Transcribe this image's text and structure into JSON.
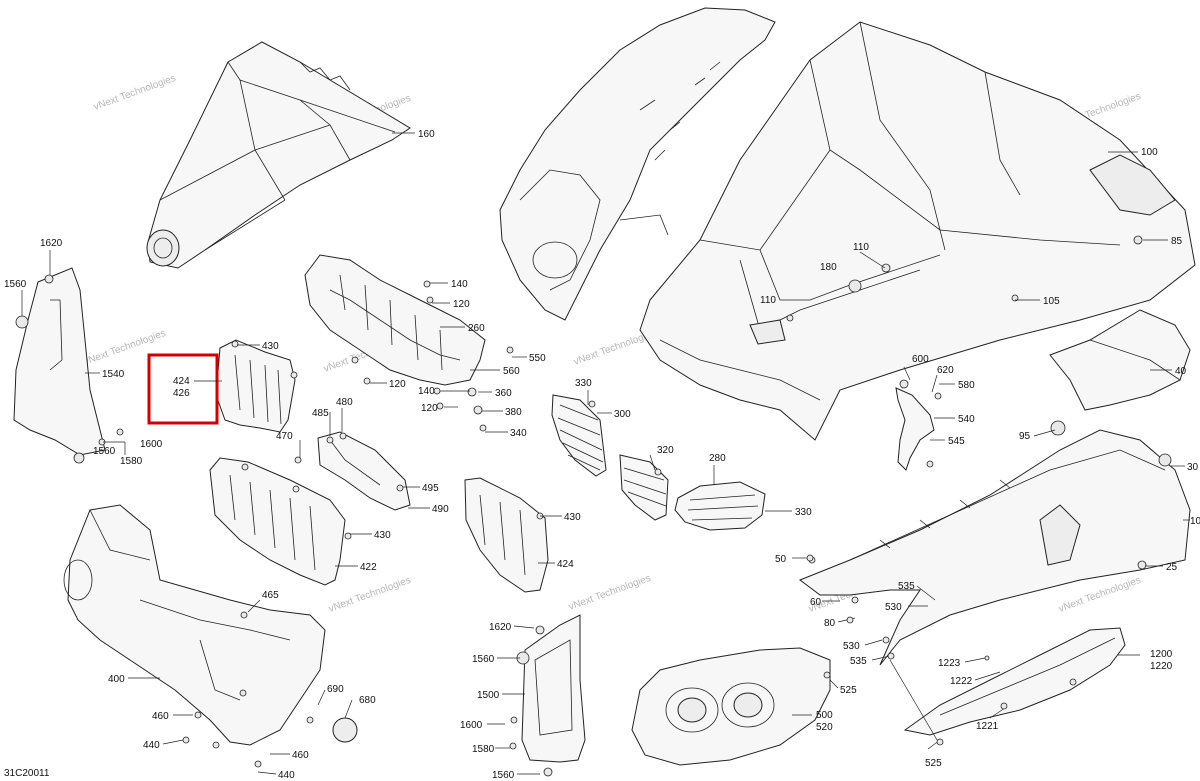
{
  "diagram_code": "31C20011",
  "watermark_text": "vNext Technologies",
  "highlight_labels": [
    "424",
    "426"
  ],
  "callouts": {
    "c160": "160",
    "c100": "100",
    "c85": "85",
    "c110a": "110",
    "c180": "180",
    "c110b": "110",
    "c105": "105",
    "c1620a": "1620",
    "c1560a": "1560",
    "c1540": "1540",
    "c1600a": "1600",
    "c1580a": "1580",
    "c1560b": "1560",
    "c140a": "140",
    "c120a": "120",
    "c260": "260",
    "c430a": "430",
    "c550": "550",
    "c120b": "120",
    "c140b": "140",
    "c360": "360",
    "c560": "560",
    "c120c": "120",
    "c380": "380",
    "c340": "340",
    "c480": "480",
    "c485": "485",
    "c470": "470",
    "c495": "495",
    "c490": "490",
    "c430b": "430",
    "c422": "422",
    "c430c": "430",
    "c424": "424",
    "c330a": "330",
    "c300": "300",
    "c320": "320",
    "c280": "280",
    "c330b": "330",
    "c600": "600",
    "c620": "620",
    "c580": "580",
    "c540": "540",
    "c545": "545",
    "c40": "40",
    "c95": "95",
    "c30": "30",
    "c10": "10",
    "c50": "50",
    "c25": "25",
    "c535a": "535",
    "c60": "60",
    "c530a": "530",
    "c80": "80",
    "c530b": "530",
    "c535b": "535",
    "c525a": "525",
    "c1223": "1223",
    "c1222": "1222",
    "c1200": "1200",
    "c1220": "1220",
    "c1221": "1221",
    "c525b": "525",
    "c500": "500",
    "c520": "520",
    "c1620b": "1620",
    "c1560c": "1560",
    "c1500": "1500",
    "c1600b": "1600",
    "c1580b": "1580",
    "c1560d": "1560",
    "c465": "465",
    "c400": "400",
    "c690": "690",
    "c680": "680",
    "c460a": "460",
    "c440a": "440",
    "c460b": "460",
    "c440b": "440"
  }
}
